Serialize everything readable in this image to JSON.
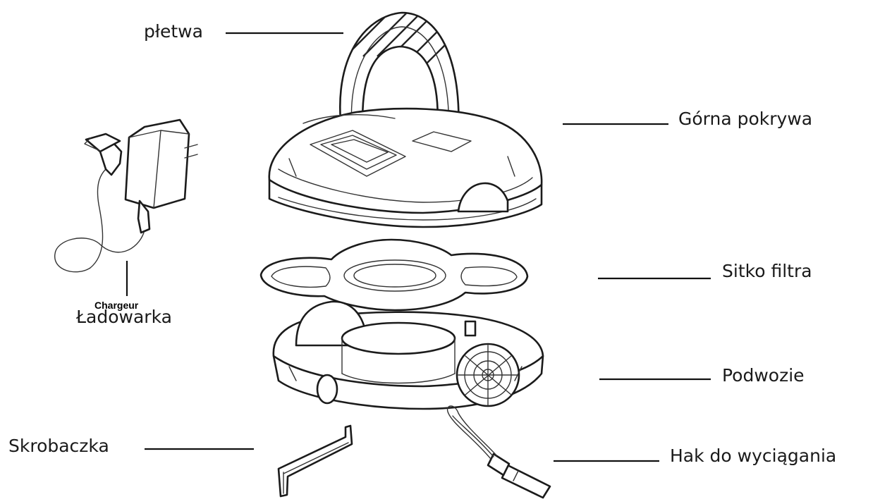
{
  "labels": {
    "fin": "płetwa",
    "top_cover": "Górna pokrywa",
    "filter": "Sitko filtra",
    "chassis": "Podwozie",
    "scraper": "Skrobaczka",
    "hook": "Hak do wyciągania",
    "charger": "Ładowarka",
    "charger_overlay": "Chargeur"
  },
  "colors": {
    "ink": "#1a1a1a",
    "background": "#ffffff"
  }
}
